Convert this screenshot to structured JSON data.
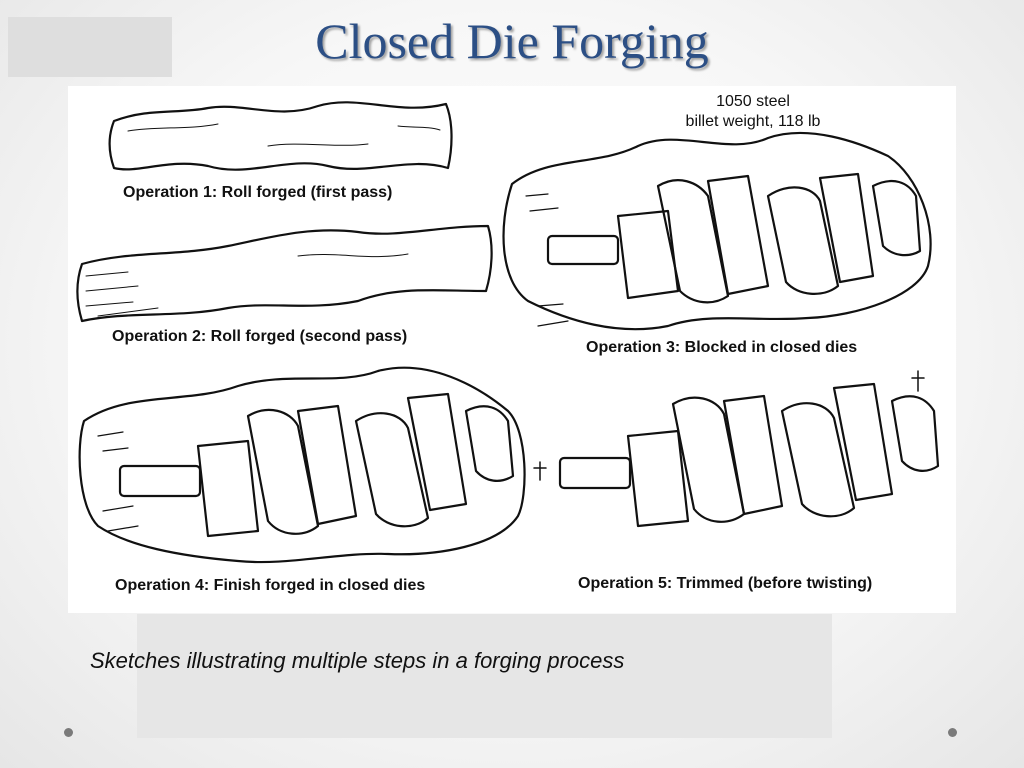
{
  "slide": {
    "title": "Closed Die Forging",
    "caption": "Sketches illustrating multiple steps in a forging process"
  },
  "figure": {
    "steel_note_line1": "1050 steel",
    "steel_note_line2": "billet weight, 118 lb",
    "operations": [
      {
        "label": "Operation 1: Roll forged (first pass)"
      },
      {
        "label": "Operation 2: Roll forged (second pass)"
      },
      {
        "label": "Operation 3: Blocked in closed dies"
      },
      {
        "label": "Operation 4: Finish forged in closed dies"
      },
      {
        "label": "Operation 5: Trimmed (before twisting)"
      }
    ]
  },
  "colors": {
    "title": "#2c4f85",
    "ink": "#111111"
  }
}
